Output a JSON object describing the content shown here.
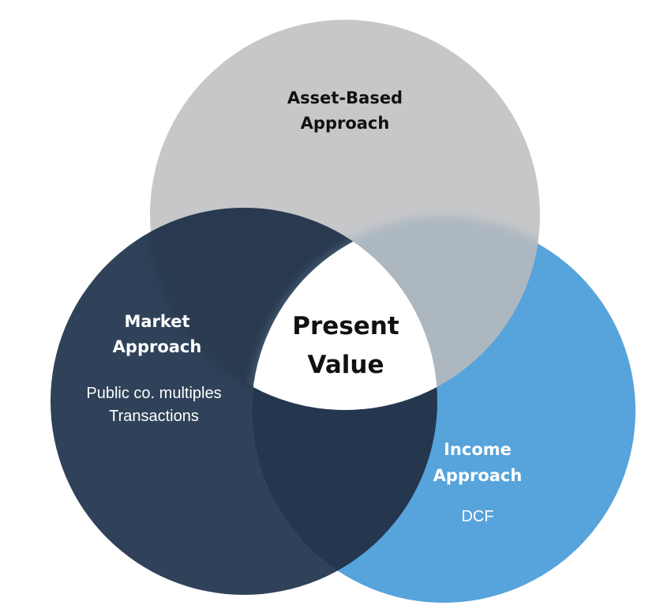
{
  "diagram": {
    "center": {
      "line1": "Present",
      "line2": "Value"
    },
    "asset": {
      "line1": "Asset-Based",
      "line2": "Approach"
    },
    "market": {
      "line1": "Market",
      "line2": "Approach",
      "detail1": "Public co. multiples",
      "detail2": "Transactions"
    },
    "income": {
      "line1": "Income",
      "line2": "Approach",
      "detail1": "DCF"
    }
  },
  "colors": {
    "asset_circle": "#c6c7c9",
    "market_circle": "#2f4259",
    "income_circle": "#57a3db",
    "center_fill": "#ffffff",
    "dark_text": "#111111",
    "light_text": "#ffffff"
  }
}
